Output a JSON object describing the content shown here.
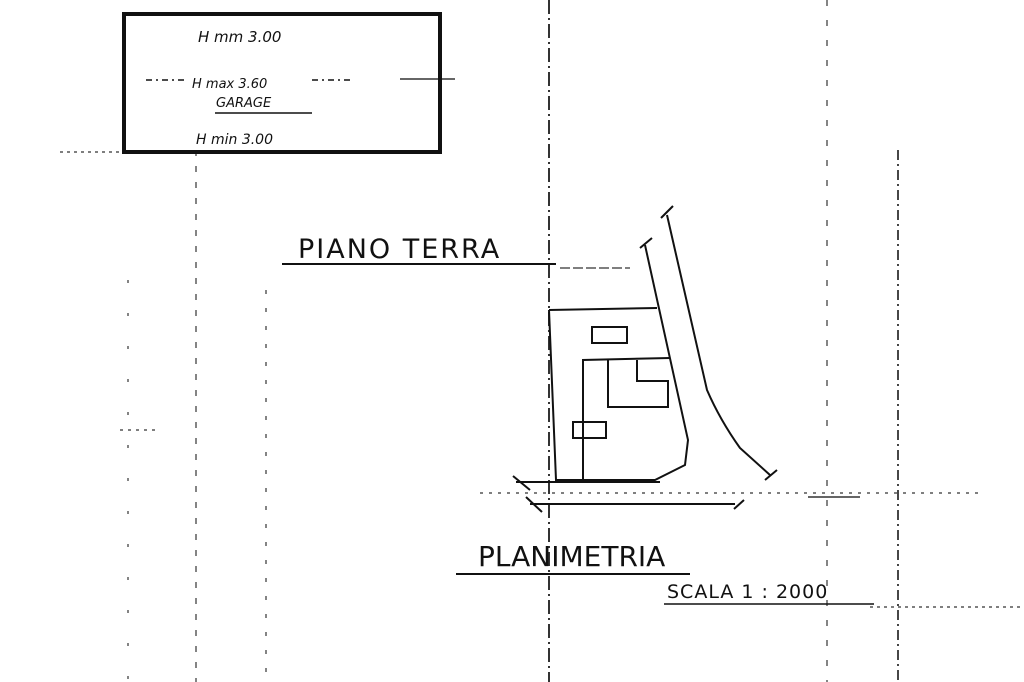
{
  "garage_box": {
    "h_top": "H mm 3.00",
    "h_max": "H max 3.60",
    "title": "GARAGE",
    "h_min": "H min 3.00"
  },
  "labels": {
    "floor": "PIANO TERRA",
    "plan": "PLANIMETRIA",
    "scale": "SCALA 1 : 2000"
  },
  "colors": {
    "ink": "#111111",
    "paper": "#ffffff"
  }
}
